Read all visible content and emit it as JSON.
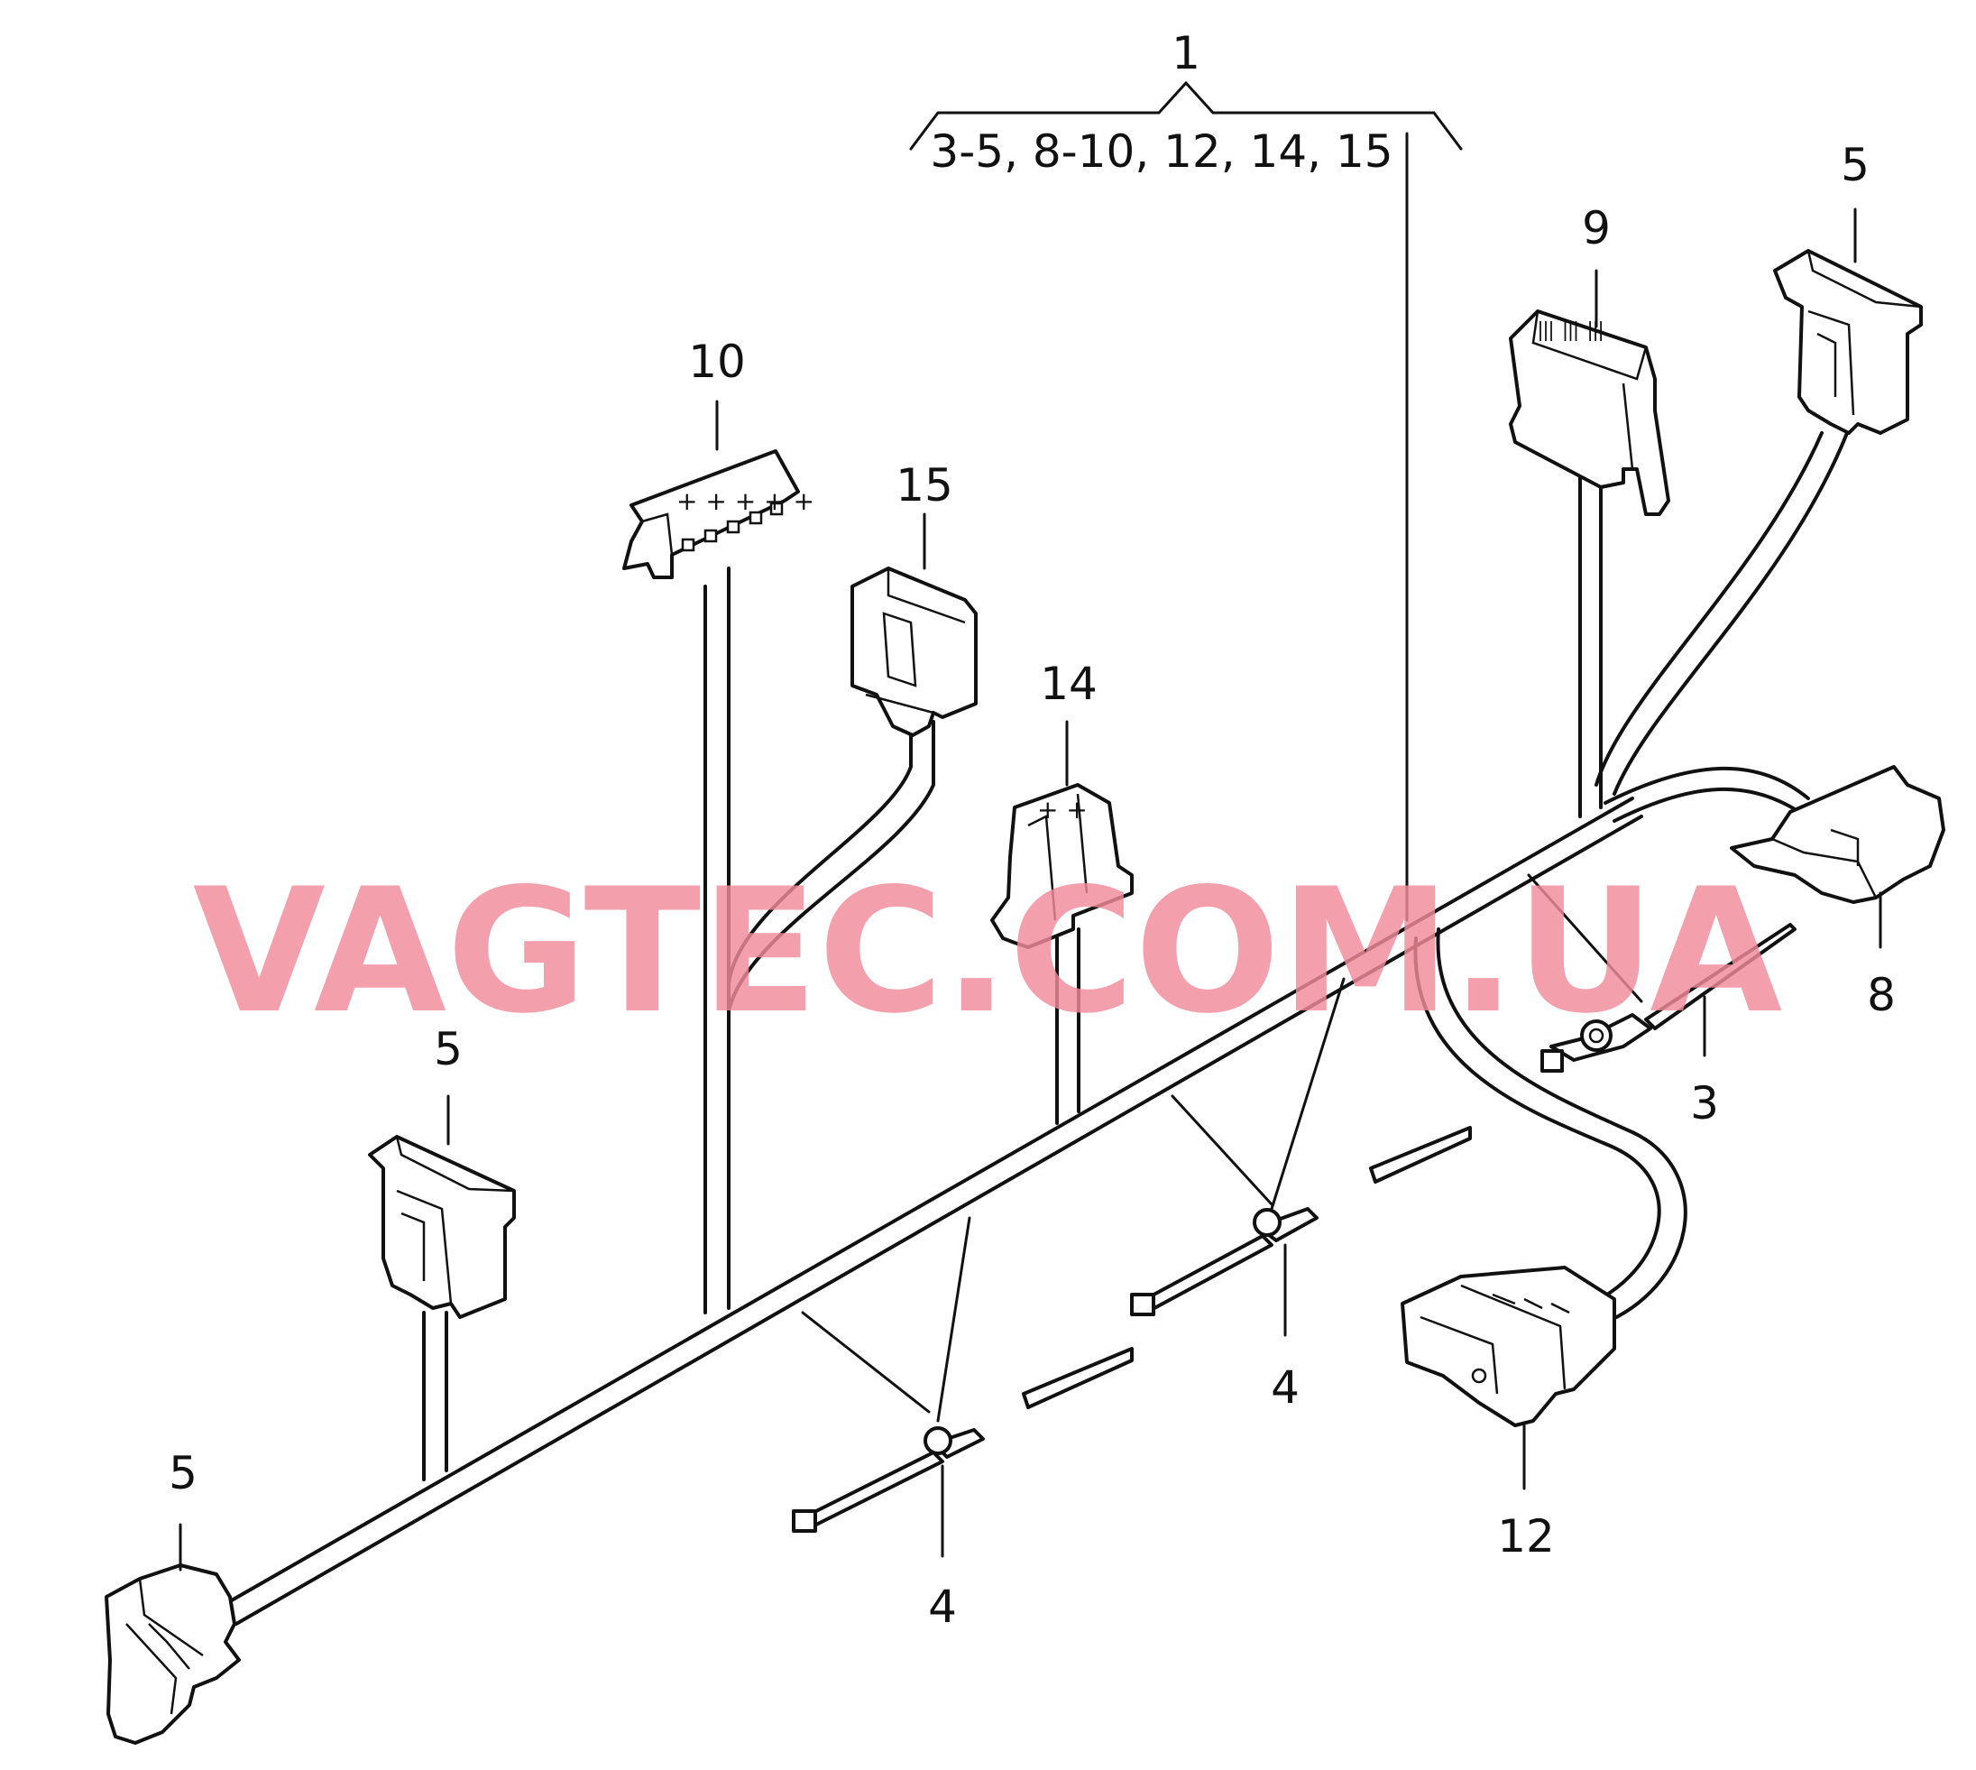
{
  "header": {
    "main_callout": "1",
    "included_parts": "3-5, 8-10, 12, 14, 15"
  },
  "callouts": {
    "c3": "3",
    "c4_mid": "4",
    "c4_low": "4",
    "c5_top": "5",
    "c5_mid": "5",
    "c5_low": "5",
    "c8": "8",
    "c9": "9",
    "c10": "10",
    "c12": "12",
    "c14": "14",
    "c15": "15"
  },
  "watermark": "VAGTEC.COM.UA",
  "colors": {
    "line": "#111111",
    "background": "#ffffff",
    "watermark": "#f28a9a"
  }
}
